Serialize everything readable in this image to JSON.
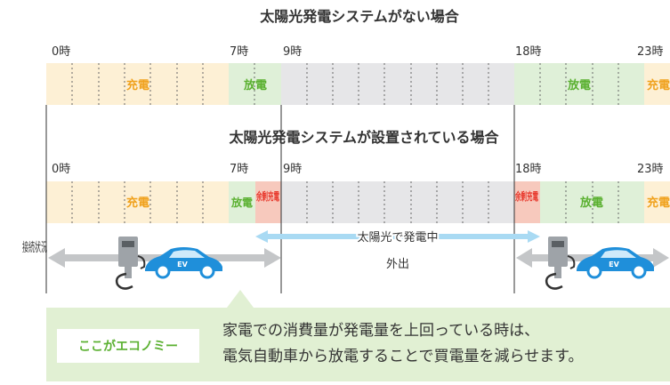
{
  "scenario_without_solar": {
    "title": "太陽光発電システムがない場合",
    "hour_labels": [
      "0時",
      "7時",
      "9時",
      "18時",
      "23時"
    ],
    "segments": [
      {
        "label": "充電",
        "from_hour": 0,
        "to_hour": 7,
        "mode": "charge"
      },
      {
        "label": "放電",
        "from_hour": 7,
        "to_hour": 9,
        "mode": "discharge"
      },
      {
        "label": "",
        "from_hour": 9,
        "to_hour": 18,
        "mode": "away"
      },
      {
        "label": "放電",
        "from_hour": 18,
        "to_hour": 23,
        "mode": "discharge"
      },
      {
        "label": "充電",
        "from_hour": 23,
        "to_hour": 24,
        "mode": "charge"
      }
    ]
  },
  "scenario_with_solar": {
    "title": "太陽光発電システムが設置されている場合",
    "hour_labels": [
      "0時",
      "7時",
      "9時",
      "18時",
      "23時"
    ],
    "segments": [
      {
        "label": "充電",
        "from_hour": 0,
        "to_hour": 7,
        "mode": "charge"
      },
      {
        "label": "放電",
        "from_hour": 7,
        "to_hour": 8,
        "mode": "discharge"
      },
      {
        "label": "余剰充電",
        "from_hour": 8,
        "to_hour": 9,
        "mode": "surplus"
      },
      {
        "label": "",
        "from_hour": 9,
        "to_hour": 18,
        "mode": "away"
      },
      {
        "label": "余剰充電",
        "from_hour": 18,
        "to_hour": 19,
        "mode": "surplus"
      },
      {
        "label": "放電",
        "from_hour": 19,
        "to_hour": 23,
        "mode": "discharge"
      },
      {
        "label": "充電",
        "from_hour": 23,
        "to_hour": 24,
        "mode": "charge"
      }
    ]
  },
  "connection": {
    "label": "接続状況",
    "generating_label": "太陽光で発電中",
    "away_label": "外出",
    "ev_badge": "EV"
  },
  "callout": {
    "tag": "ここがエコノミー",
    "line1": "家電での消費量が発電量を上回っている時は、",
    "line2": "電気自動車から放電することで買電量を減らせます。"
  },
  "colors": {
    "charge_bg": "#fdf0d5",
    "charge_text": "#f0a21e",
    "discharge_bg": "#dff0d8",
    "discharge_text": "#5ab030",
    "surplus_bg": "#f7c9bd",
    "surplus_text": "#e8392d",
    "away_bg": "#e6e6e8",
    "callout_bg": "#e1f0d3",
    "arrow_blue": "#a9daf3",
    "car_blue": "#1f8fda"
  },
  "icons": [
    "ev-charger-icon",
    "electric-car-icon"
  ]
}
